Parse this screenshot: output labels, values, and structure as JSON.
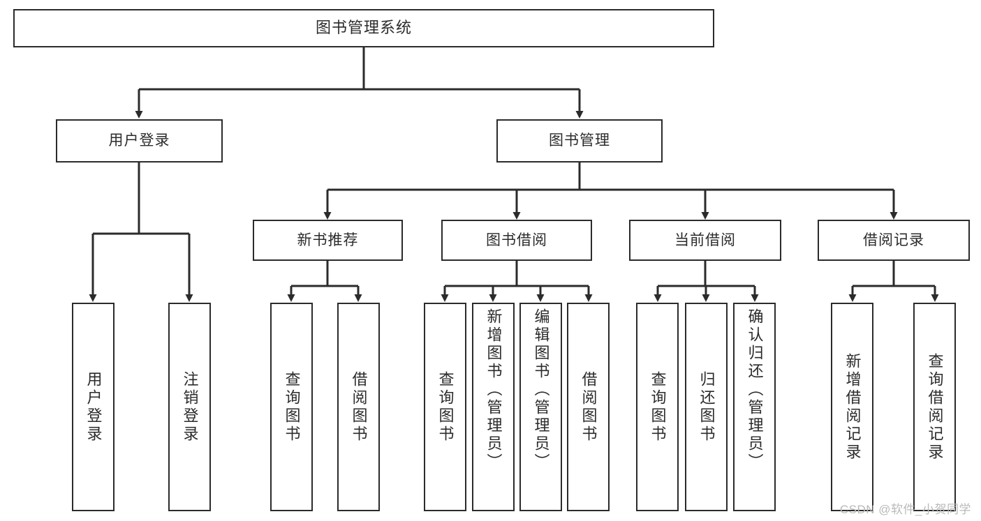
{
  "diagram": {
    "type": "tree",
    "title": "图书管理系统",
    "watermark": "CSDN @软件_小贺同学",
    "colors": {
      "stroke": "#2b2b2b",
      "fill": "#ffffff",
      "text": "#2b2b2b",
      "watermark": "#b9b9b9"
    },
    "root": {
      "label": "图书管理系统"
    },
    "level1": [
      {
        "label": "用户登录"
      },
      {
        "label": "图书管理"
      }
    ],
    "level2": [
      {
        "label": "新书推荐"
      },
      {
        "label": "图书借阅"
      },
      {
        "label": "当前借阅"
      },
      {
        "label": "借阅记录"
      }
    ],
    "leaves": {
      "user_login": [
        {
          "label": "用户登录"
        },
        {
          "label": "注销登录"
        }
      ],
      "new_books": [
        {
          "label": "查询图书"
        },
        {
          "label": "借阅图书"
        }
      ],
      "borrow": [
        {
          "label": "查询图书"
        },
        {
          "label": "新增图书（管理员）"
        },
        {
          "label": "编辑图书（管理员）"
        },
        {
          "label": "借阅图书"
        }
      ],
      "current": [
        {
          "label": "查询图书"
        },
        {
          "label": "归还图书"
        },
        {
          "label": "确认归还（管理员）"
        }
      ],
      "records": [
        {
          "label": "新增借阅记录"
        },
        {
          "label": "查询借阅记录"
        }
      ]
    }
  }
}
